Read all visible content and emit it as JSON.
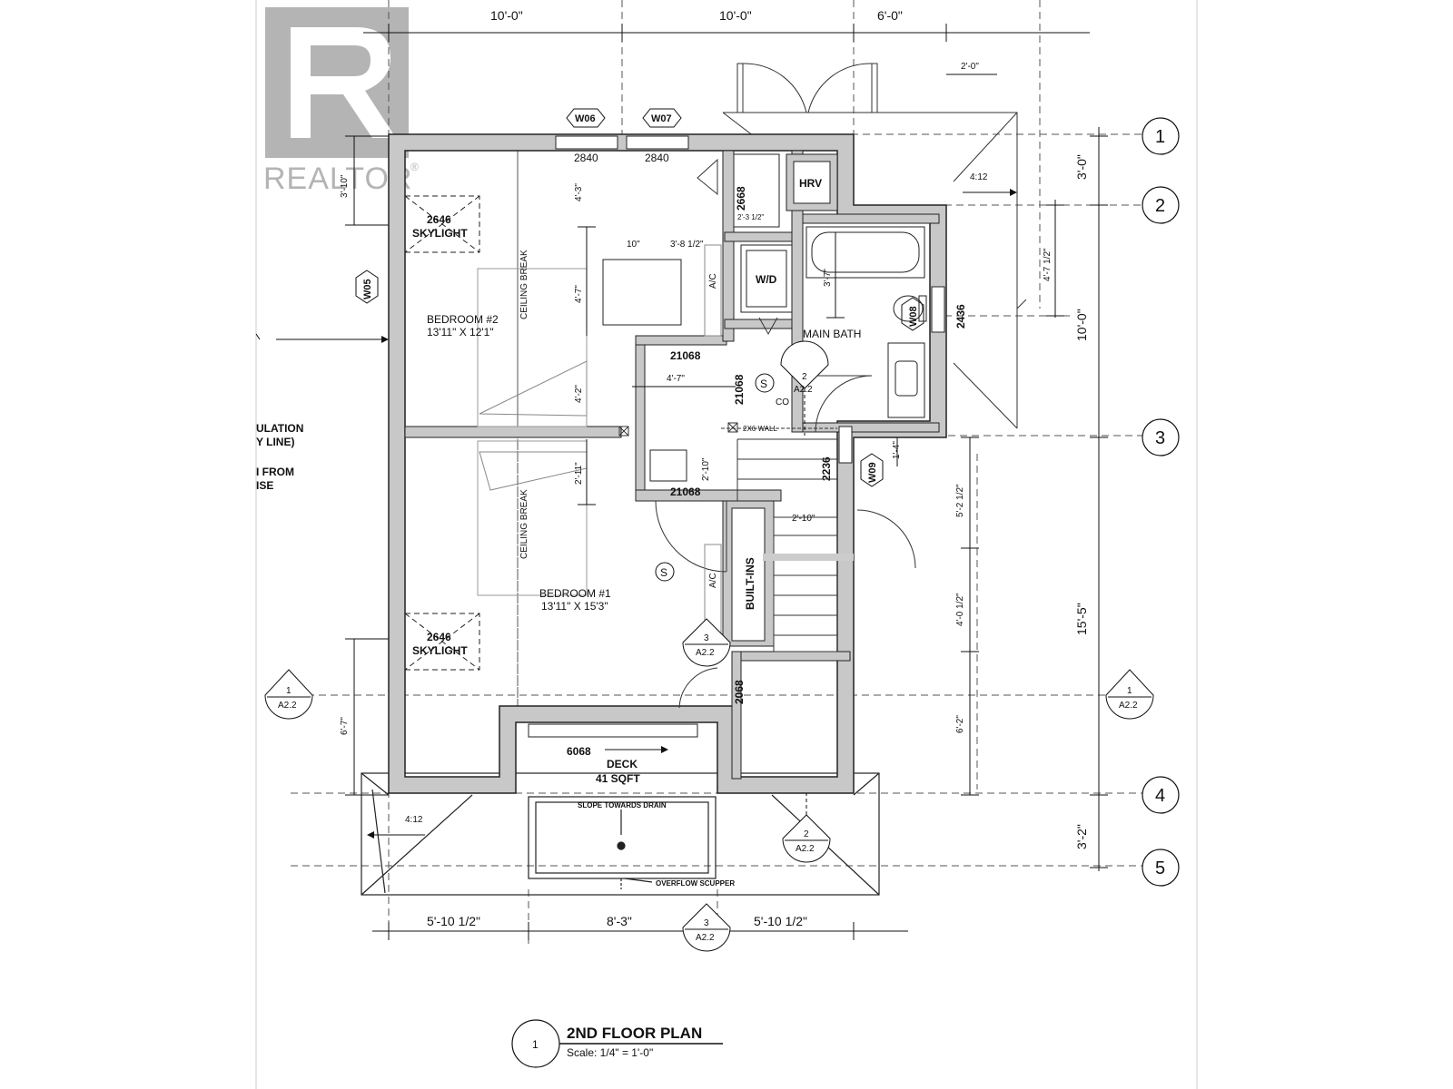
{
  "brand": {
    "logo_text": "REALTOR"
  },
  "dimensions": {
    "top": [
      "10'-0\"",
      "10'-0\"",
      "6'-0\""
    ],
    "top_small": "2'-0\"",
    "right": [
      "3'-0\"",
      "4'-7 1/2\"",
      "10'-0\"",
      "15'-5\"",
      "3'-2\""
    ],
    "right_inner": [
      "5'-2 1/2\"",
      "4'-0 1/2\"",
      "6'-2\"",
      "1'-4\""
    ],
    "left": [
      "3'-10\"",
      "6'-7\""
    ],
    "bottom": [
      "5'-10 1/2\"",
      "8'-3\"",
      "5'-10 1/2\""
    ],
    "interior": [
      "4'-3\"",
      "4'-7\"",
      "4'-2\"",
      "2'-11\"",
      "10\"",
      "3'-8 1/2\"",
      "3'-7\"",
      "4'-7\"",
      "2'-10\"",
      "2'-10\"",
      "2'-3 1/2\""
    ]
  },
  "grid_lines": [
    "1",
    "2",
    "3",
    "4",
    "5"
  ],
  "windows": [
    "W06",
    "W07",
    "W05",
    "W08",
    "W09"
  ],
  "door_codes": [
    "2840",
    "2840",
    "2668",
    "2436",
    "21068",
    "21068",
    "21068",
    "2236",
    "2068",
    "6068"
  ],
  "rooms": {
    "bedroom2": {
      "name": "BEDROOM #2",
      "size": "13'11\" X 12'1\""
    },
    "bedroom1": {
      "name": "BEDROOM #1",
      "size": "13'11\" X 15'3\""
    },
    "bath": "MAIN BATH",
    "wd": "W/D",
    "hrv": "HRV",
    "builtins": "BUILT-INS",
    "deck": {
      "name": "DECK",
      "area": "41 SQFT"
    }
  },
  "notes": {
    "skylight_code": "2646",
    "skylight": "SKYLIGHT",
    "ceiling_break": "CEILING BREAK",
    "slope": "SLOPE TOWARDS DRAIN",
    "overflow": "OVERFLOW SCUPPER",
    "roof_pitch": "4:12",
    "wall": "2X6 WALL",
    "smoke": "S",
    "co": "CO",
    "ac": "A/C",
    "left_note_1": "ULATION",
    "left_note_2": "Y LINE)",
    "left_note_3": "I FROM",
    "left_note_4": "ISE"
  },
  "section_markers": [
    {
      "num": "1",
      "sheet": "A2.2"
    },
    {
      "num": "2",
      "sheet": "A2.2"
    },
    {
      "num": "3",
      "sheet": "A2.2"
    }
  ],
  "title": {
    "number": "1",
    "text": "2ND FLOOR PLAN",
    "scale": "Scale: 1/4\" = 1'-0\""
  }
}
